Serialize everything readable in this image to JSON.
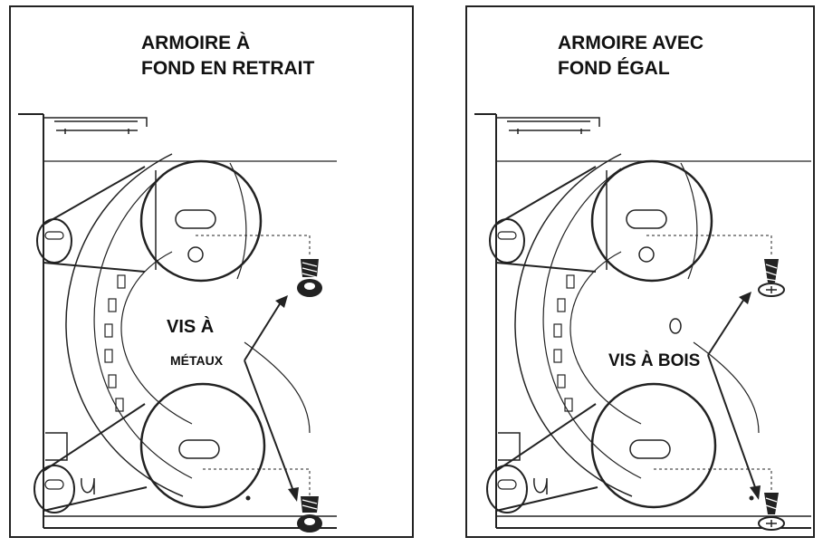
{
  "left_panel": {
    "title_line1": "ARMOIRE À",
    "title_line2": "FOND EN RETRAIT",
    "label_line1": "VIS À",
    "label_line2": "MÉTAUX"
  },
  "right_panel": {
    "title_line1": "ARMOIRE AVEC",
    "title_line2": "FOND ÉGAL",
    "label": "VIS À BOIS"
  },
  "colors": {
    "line": "#222222",
    "background": "#ffffff"
  }
}
